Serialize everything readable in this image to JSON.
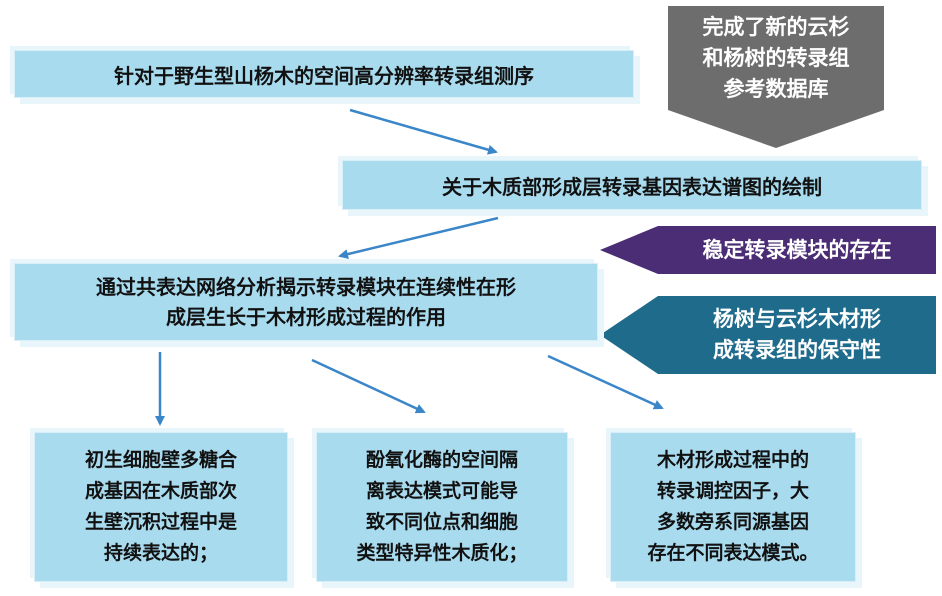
{
  "colors": {
    "box_fill": "#a9dbef",
    "arrow": "#3a86c8",
    "callout_gray": "#6d6d6d",
    "callout_purple": "#4a2d74",
    "callout_teal": "#1f6b8c"
  },
  "callouts": {
    "gray": [
      "完成了新的云杉",
      "和杨树的转录组",
      "参考数据库"
    ],
    "purple": [
      "稳定转录模块的存在"
    ],
    "teal": [
      "杨树与云杉木材形",
      "成转录组的保守性"
    ]
  },
  "steps": {
    "step1": [
      "针对于野生型山杨木的空间高分辨率转录组测序"
    ],
    "step2": [
      "关于木质部形成层转录基因表达谱图的绘制"
    ],
    "step3": [
      "通过共表达网络分析揭示转录模块在连续性在形",
      "成层生长于木材形成过程的作用"
    ]
  },
  "findings": {
    "f1": [
      "初生细胞壁多糖合",
      "成基因在木质部次",
      "生壁沉积过程中是",
      "持续表达的；"
    ],
    "f2": [
      "酚氧化酶的空间隔",
      "离表达模式可能导",
      "致不同位点和细胞",
      "类型特异性木质化；"
    ],
    "f3": [
      "木材形成过程中的",
      "转录调控因子，大",
      "多数旁系同源基因",
      "存在不同表达模式。"
    ]
  }
}
